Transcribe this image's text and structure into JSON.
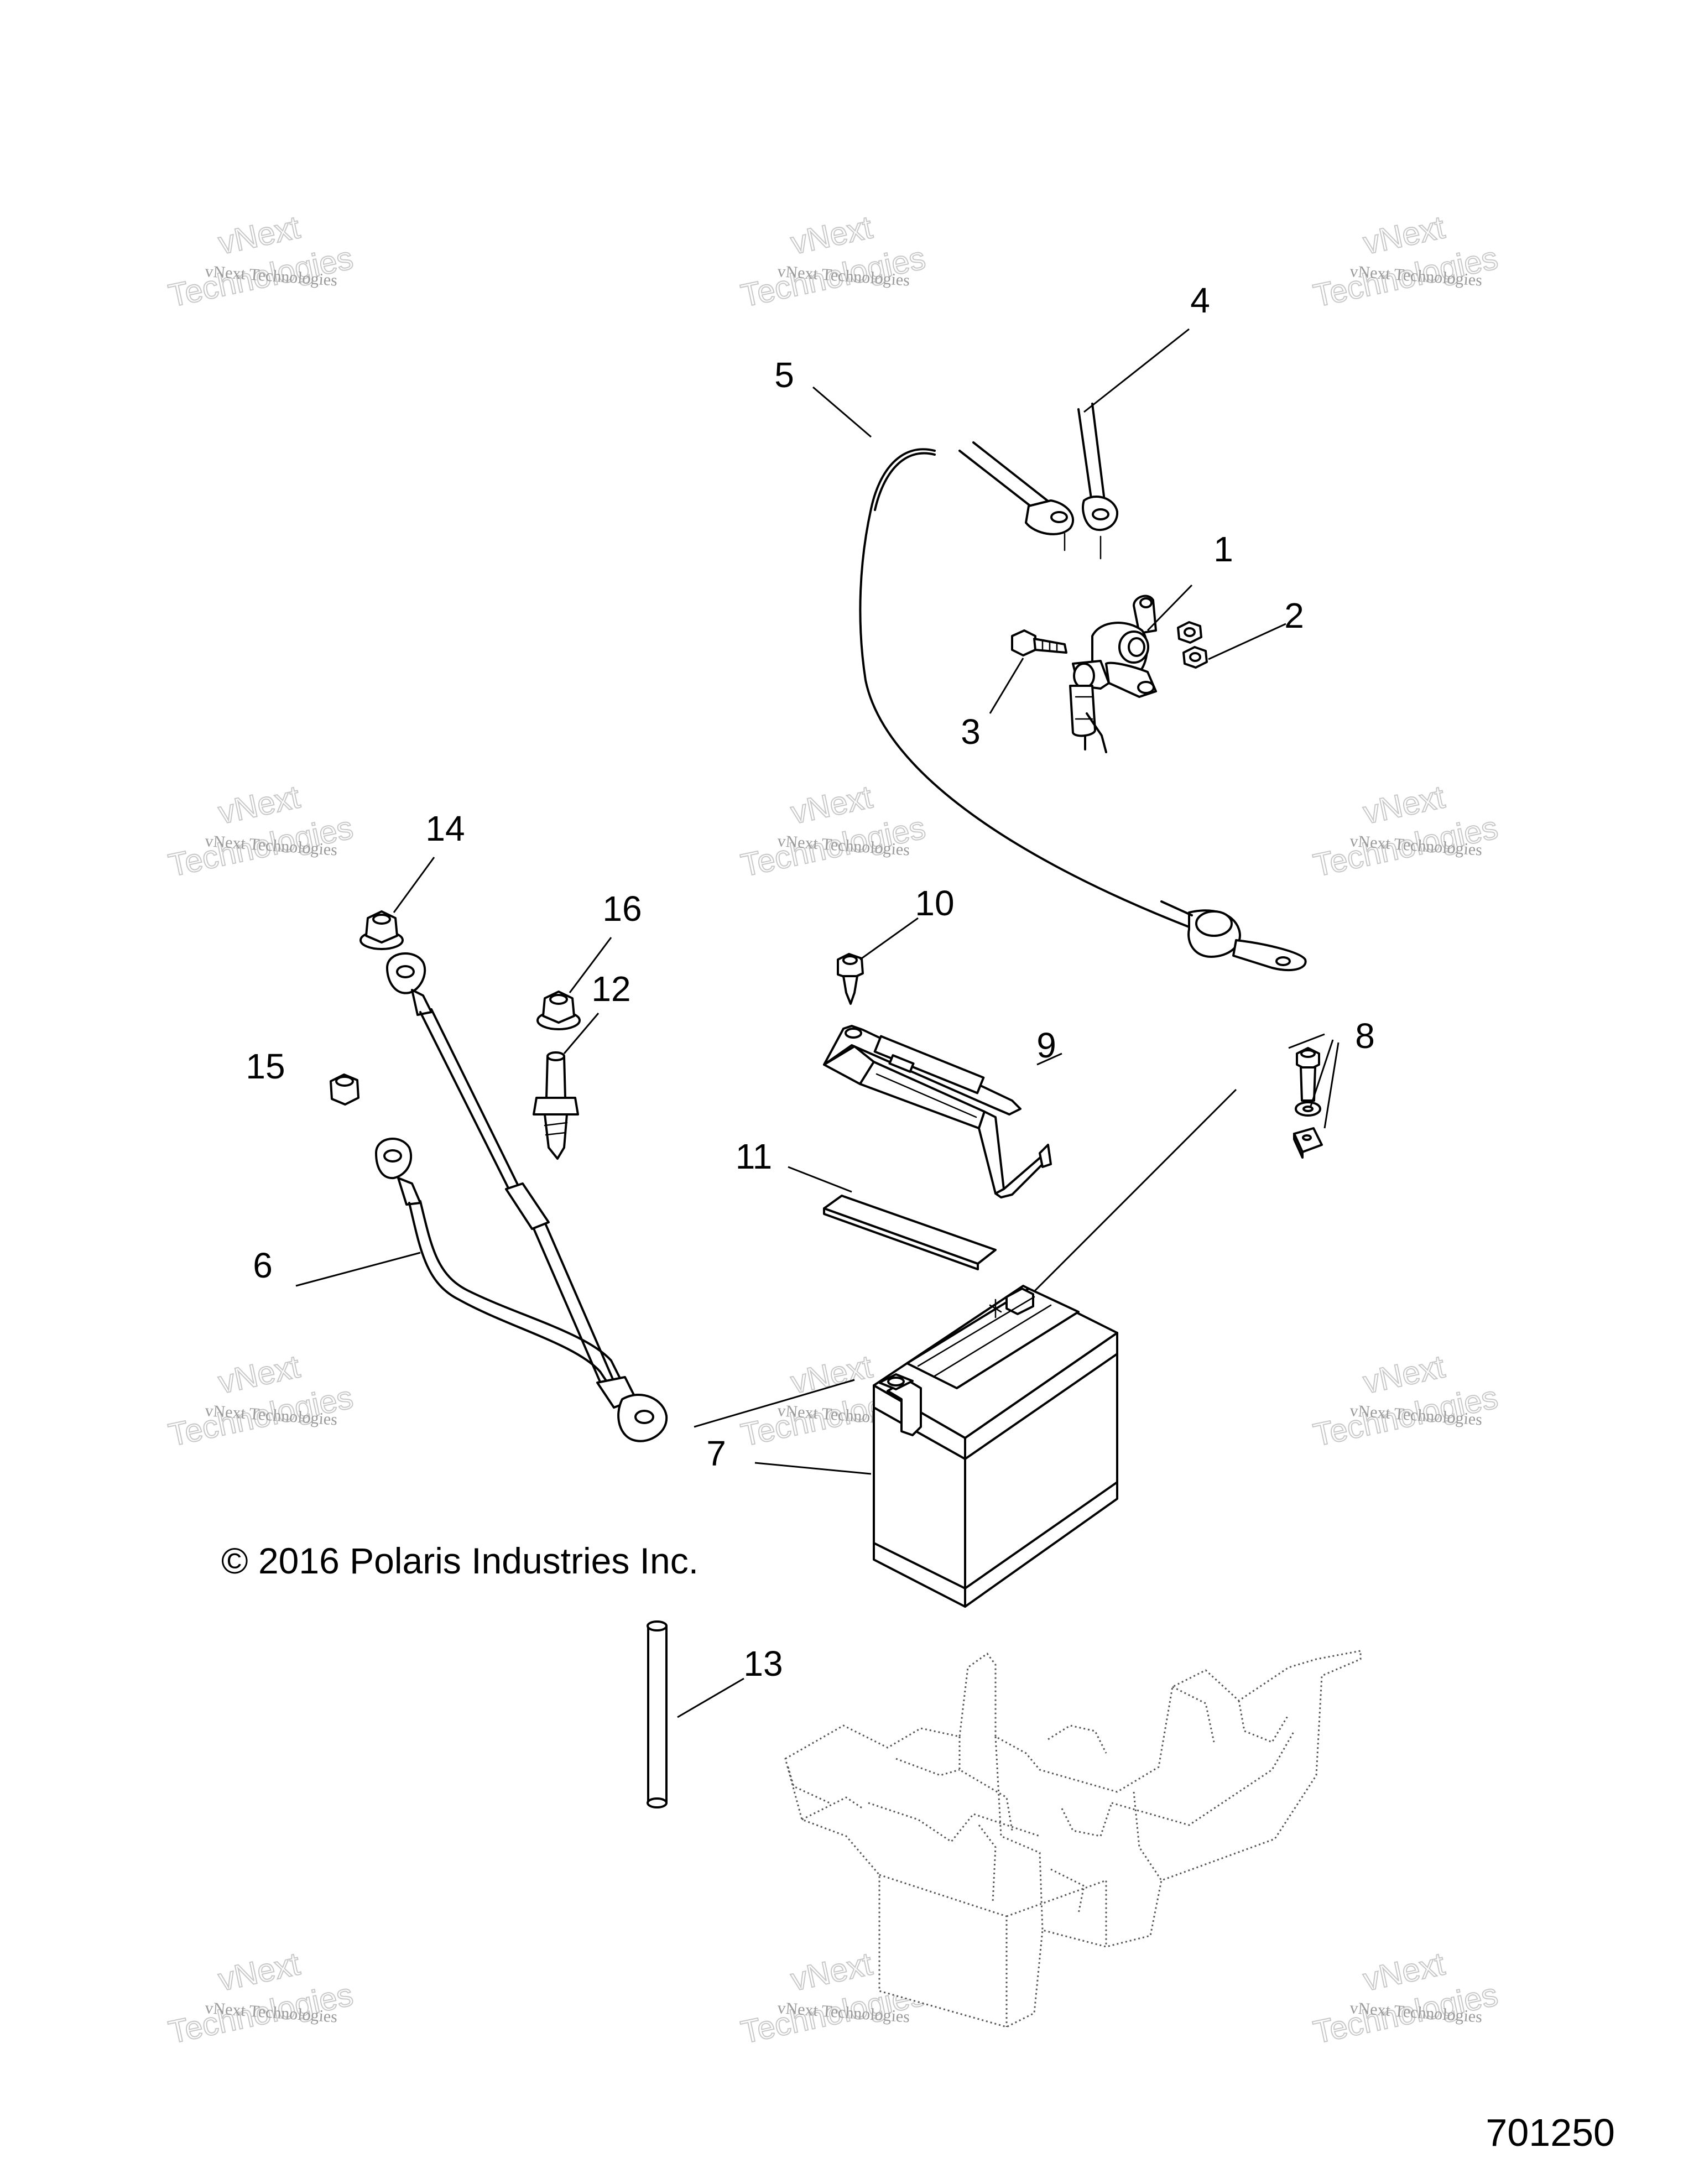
{
  "diagram": {
    "callouts": [
      {
        "id": "1",
        "label": "1"
      },
      {
        "id": "2",
        "label": "2"
      },
      {
        "id": "3",
        "label": "3"
      },
      {
        "id": "4",
        "label": "4"
      },
      {
        "id": "5",
        "label": "5"
      },
      {
        "id": "6",
        "label": "6"
      },
      {
        "id": "7",
        "label": "7"
      },
      {
        "id": "8",
        "label": "8"
      },
      {
        "id": "9",
        "label": "9"
      },
      {
        "id": "10",
        "label": "10"
      },
      {
        "id": "11",
        "label": "11"
      },
      {
        "id": "12",
        "label": "12"
      },
      {
        "id": "13",
        "label": "13"
      },
      {
        "id": "14",
        "label": "14"
      },
      {
        "id": "15",
        "label": "15"
      },
      {
        "id": "16",
        "label": "16"
      }
    ],
    "copyright": "© 2016 Polaris Industries Inc.",
    "reference_number": "701250",
    "watermark": {
      "line_small": "vNext Technologies",
      "line_big_1": "vNext",
      "line_big_2": "Technologies"
    }
  }
}
